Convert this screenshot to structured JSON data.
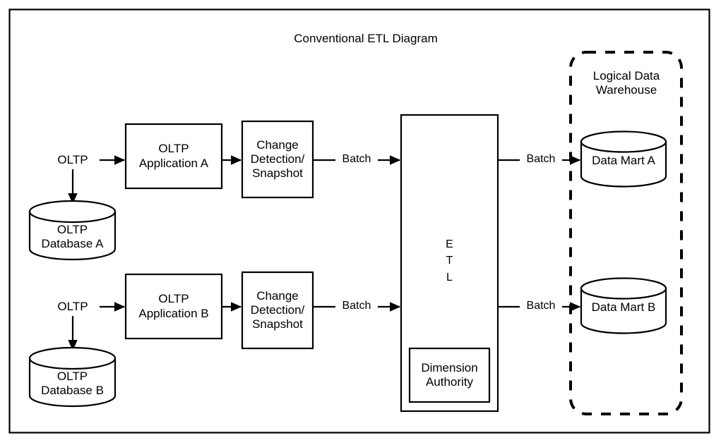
{
  "diagram": {
    "title": "Conventional ETL Diagram",
    "frame": {
      "name": "outer-border"
    },
    "sources": [
      {
        "id": "a",
        "entry_label": "OLTP",
        "application": "OLTP\nApplication A",
        "database": "OLTP\nDatabase A",
        "change_detection": "Change\nDetection/\nSnapshot",
        "batch_label_in": "Batch",
        "batch_label_out": "Batch",
        "data_mart": "Data Mart A"
      },
      {
        "id": "b",
        "entry_label": "OLTP",
        "application": "OLTP\nApplication B",
        "database": "OLTP\nDatabase B",
        "change_detection": "Change\nDetection/\nSnapshot",
        "batch_label_in": "Batch",
        "batch_label_out": "Batch",
        "data_mart": "Data Mart B"
      }
    ],
    "etl": {
      "label": "E\nT\nL",
      "dimension_authority": "Dimension\nAuthority"
    },
    "warehouse": {
      "label": "Logical Data\nWarehouse",
      "border_style": "dashed"
    },
    "colors": {
      "stroke": "#000000",
      "fill": "#ffffff",
      "background": "#ffffff",
      "frame": "#000000"
    }
  }
}
